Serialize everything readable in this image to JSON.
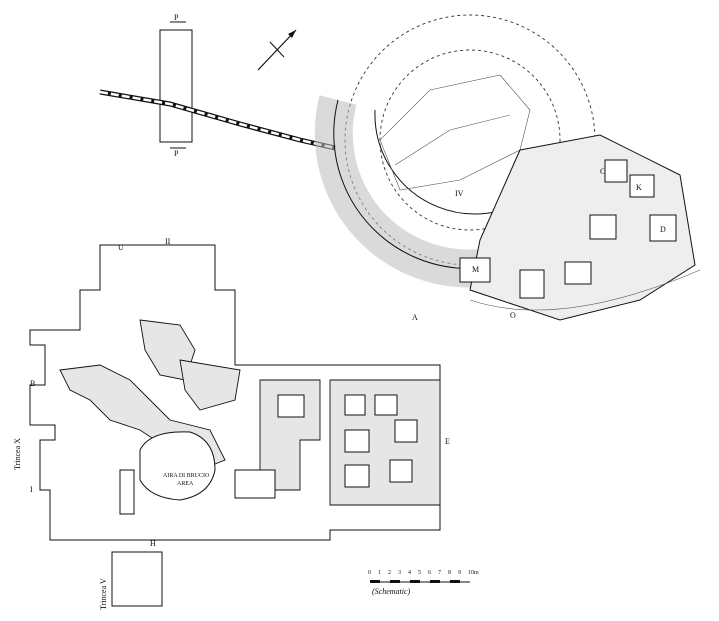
{
  "labels": {
    "trench_x": "Trincea X",
    "trench_v": "Trincea V",
    "area_note_1": "AIRA DI BRUCIO",
    "area_note_2": "AREA",
    "scale_caption": "(Schematic)",
    "north_p": "P",
    "letter_a": "A",
    "letter_b": "B",
    "letter_c": "C",
    "letter_d": "D",
    "letter_e": "E",
    "letter_k": "K",
    "letter_h": "H",
    "letter_m": "M",
    "letter_o": "O",
    "letter_u": "U",
    "letter_i": "I",
    "roman_iv": "IV",
    "roman_ii": "II"
  },
  "scale_bar": {
    "ticks": [
      "0",
      "1",
      "2",
      "3",
      "4",
      "5",
      "6",
      "7",
      "8",
      "9",
      "10m"
    ]
  },
  "colors": {
    "ink": "#111111",
    "paper": "#ffffff",
    "stone_fill": "#ffffff",
    "stone_dark": "#dddddd"
  },
  "icons": {
    "north_arrow": "north-arrow-icon"
  }
}
